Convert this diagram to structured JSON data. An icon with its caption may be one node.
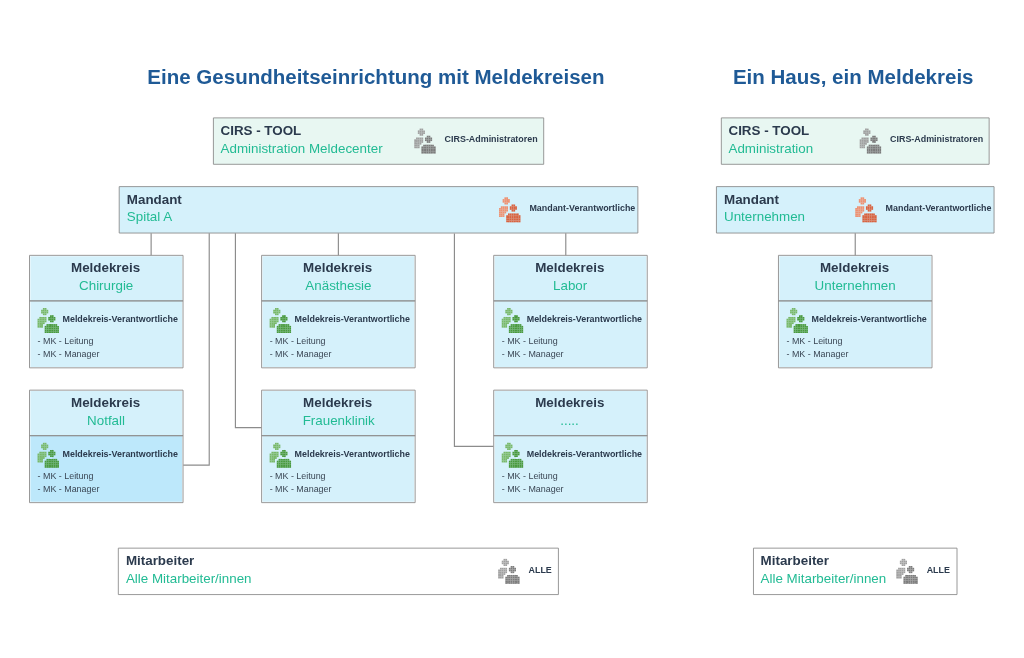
{
  "diagram": {
    "nodes": [
      {
        "text": [
          "CIRS - TOOL",
          "Administration Meldecenter",
          "CIRS-Administratoren"
        ]
      },
      {
        "text": [
          "Mandant",
          "Spital A",
          "Mandant-Verantwortliche"
        ]
      },
      {
        "text": [
          "Meldekreis",
          "Chirurgie",
          "Meldekreis-Verantwortliche",
          "- MK - Leitung",
          "- MK - Manager"
        ]
      },
      {
        "text": [
          "Meldekreis",
          "Anästhesie",
          "Meldekreis-Verantwortliche",
          "- MK - Leitung",
          "- MK - Manager"
        ]
      },
      {
        "text": [
          "Meldekreis",
          "Labor",
          "Meldekreis-Verantwortliche",
          "- MK - Leitung",
          "- MK - Manager"
        ]
      },
      {
        "text": [
          "Meldekreis",
          "Notfall",
          "Meldekreis-Verantwortliche",
          "- MK - Leitung",
          "- MK - Manager"
        ]
      },
      {
        "text": [
          "Meldekreis",
          "Frauenklinik",
          "Meldekreis-Verantwortliche",
          "- MK - Leitung",
          "- MK - Manager"
        ]
      },
      {
        "text": [
          "Meldekreis",
          ".....",
          "Meldekreis-Verantwortliche",
          "- MK - Leitung",
          "- MK - Manager"
        ]
      },
      {
        "text": [
          "Mitarbeiter",
          "Alle Mitarbeiter/innen",
          "ALLE"
        ]
      },
      {
        "text": [
          "CIRS - TOOL",
          "Administration",
          "CIRS-Administratoren"
        ]
      },
      {
        "text": [
          "Mandant",
          "Unternehmen",
          "Mandant-Verantwortliche"
        ]
      },
      {
        "text": [
          "Meldekreis",
          "Unternehmen",
          "Meldekreis-Verantwortliche",
          "- MK - Leitung",
          "- MK - Manager"
        ]
      },
      {
        "text": [
          "Mitarbeiter",
          "Alle Mitarbeiter/innen",
          "ALLE"
        ]
      }
    ],
    "edges": [
      {
        "from": 1,
        "to": 2,
        "arrow": "none"
      },
      {
        "from": 1,
        "to": 5,
        "arrow": "none"
      },
      {
        "from": 1,
        "to": 3,
        "arrow": "none"
      },
      {
        "from": 1,
        "to": 6,
        "arrow": "none"
      },
      {
        "from": 1,
        "to": 4,
        "arrow": "none"
      },
      {
        "from": 1,
        "to": 7,
        "arrow": "none"
      },
      {
        "from": 10,
        "to": 11,
        "arrow": "none"
      }
    ],
    "labels": [
      "Eine Gesundheitseinrichtung mit Meldekreisen",
      "Ein Haus, ein Meldekreis"
    ]
  }
}
